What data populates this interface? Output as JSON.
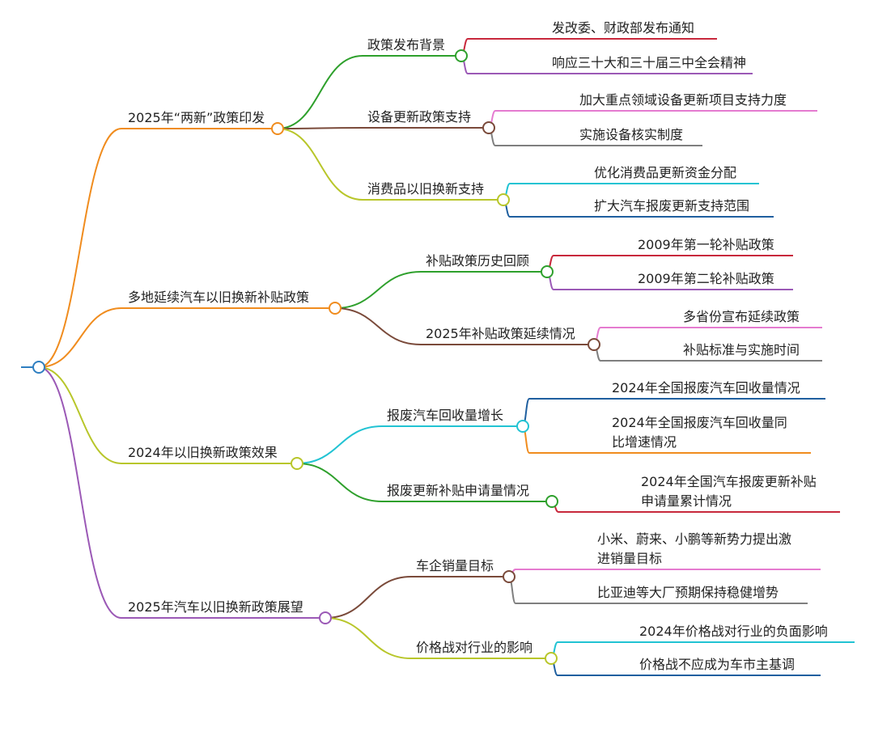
{
  "mindmap": {
    "root": {
      "color": "#2f7fc1"
    },
    "branches": [
      {
        "id": "b1",
        "label": "2025年“两新”政策印发",
        "color": "#f08c1e",
        "children": [
          {
            "id": "b1c1",
            "label": "政策发布背景",
            "color": "#2ea02c",
            "children": [
              {
                "id": "b1c1l1",
                "label": [
                  "发改委、财政部发布通知"
                ],
                "color": "#c8283c"
              },
              {
                "id": "b1c1l2",
                "label": [
                  "响应三十大和三十届三中全会精神"
                ],
                "color": "#9b59b6"
              }
            ]
          },
          {
            "id": "b1c2",
            "label": "设备更新政策支持",
            "color": "#7a4a3a",
            "children": [
              {
                "id": "b1c2l1",
                "label": [
                  "加大重点领域设备更新项目支持力度"
                ],
                "color": "#e57bd0"
              },
              {
                "id": "b1c2l2",
                "label": [
                  "实施设备核实制度"
                ],
                "color": "#7f7f7f"
              }
            ]
          },
          {
            "id": "b1c3",
            "label": "消费品以旧换新支持",
            "color": "#b8c62a",
            "children": [
              {
                "id": "b1c3l1",
                "label": [
                  "优化消费品更新资金分配"
                ],
                "color": "#22c3d3"
              },
              {
                "id": "b1c3l2",
                "label": [
                  "扩大汽车报废更新支持范围"
                ],
                "color": "#1f5f9f"
              }
            ]
          }
        ]
      },
      {
        "id": "b2",
        "label": "多地延续汽车以旧换新补贴政策",
        "color": "#f08c1e",
        "children": [
          {
            "id": "b2c1",
            "label": "补贴政策历史回顾",
            "color": "#2ea02c",
            "children": [
              {
                "id": "b2c1l1",
                "label": [
                  "2009年第一轮补贴政策"
                ],
                "color": "#c8283c"
              },
              {
                "id": "b2c1l2",
                "label": [
                  "2009年第二轮补贴政策"
                ],
                "color": "#9b59b6"
              }
            ]
          },
          {
            "id": "b2c2",
            "label": "2025年补贴政策延续情况",
            "color": "#7a4a3a",
            "children": [
              {
                "id": "b2c2l1",
                "label": [
                  "多省份宣布延续政策"
                ],
                "color": "#e57bd0"
              },
              {
                "id": "b2c2l2",
                "label": [
                  "补贴标准与实施时间"
                ],
                "color": "#7f7f7f"
              }
            ]
          }
        ]
      },
      {
        "id": "b3",
        "label": "2024年以旧换新政策效果",
        "color": "#b8c62a",
        "children": [
          {
            "id": "b3c1",
            "label": "报废汽车回收量增长",
            "color": "#22c3d3",
            "children": [
              {
                "id": "b3c1l1",
                "label": [
                  "2024年全国报废汽车回收量情况"
                ],
                "color": "#1f5f9f"
              },
              {
                "id": "b3c1l2",
                "label": [
                  "2024年全国报废汽车回收量同",
                  "比增速情况"
                ],
                "color": "#f08c1e"
              }
            ]
          },
          {
            "id": "b3c2",
            "label": "报废更新补贴申请量情况",
            "color": "#2ea02c",
            "children": [
              {
                "id": "b3c2l1",
                "label": [
                  "2024年全国汽车报废更新补贴",
                  "申请量累计情况"
                ],
                "color": "#c8283c"
              }
            ]
          }
        ]
      },
      {
        "id": "b4",
        "label": "2025年汽车以旧换新政策展望",
        "color": "#9b59b6",
        "children": [
          {
            "id": "b4c1",
            "label": "车企销量目标",
            "color": "#7a4a3a",
            "children": [
              {
                "id": "b4c1l1",
                "label": [
                  "小米、蔚来、小鹏等新势力提出激",
                  "进销量目标"
                ],
                "color": "#e57bd0"
              },
              {
                "id": "b4c1l2",
                "label": [
                  "比亚迪等大厂预期保持稳健增势"
                ],
                "color": "#7f7f7f"
              }
            ]
          },
          {
            "id": "b4c2",
            "label": "价格战对行业的影响",
            "color": "#b8c62a",
            "children": [
              {
                "id": "b4c2l1",
                "label": [
                  "2024年价格战对行业的负面影响"
                ],
                "color": "#22c3d3"
              },
              {
                "id": "b4c2l2",
                "label": [
                  "价格战不应成为车市主基调"
                ],
                "color": "#1f5f9f"
              }
            ]
          }
        ]
      }
    ]
  }
}
